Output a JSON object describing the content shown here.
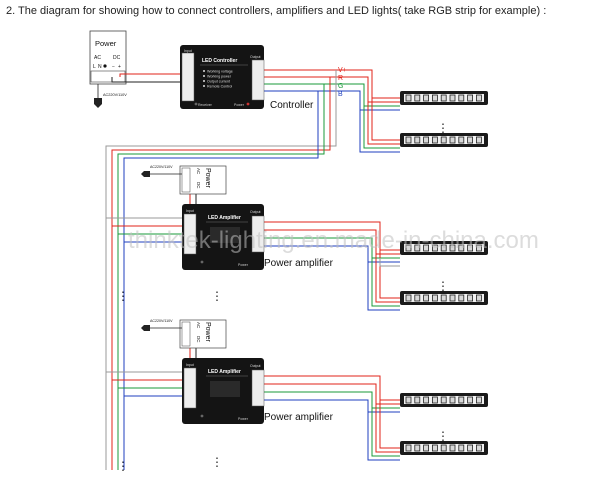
{
  "heading": "2. The diagram for showing how to connect controllers, amplifiers and LED lights( take RGB strip for example) :",
  "watermark": "thinktek-lighting.en.made-in-china.com",
  "top_power": {
    "label": "Power",
    "ac": "AC",
    "dc": "DC",
    "pins": [
      "L",
      "N",
      "⏚",
      "−",
      "+"
    ],
    "voltage": "AC220V/110V"
  },
  "controller": {
    "title": "LED Controller",
    "input_label": "Input",
    "output_label": "Output",
    "features": [
      "Working voltage",
      "Working power",
      "Output current",
      "Remote Control"
    ],
    "footer_left": "Receiver",
    "footer_right": "Power",
    "caption": "Controller"
  },
  "wire_labels": {
    "vplus": "V+",
    "r": "R",
    "g": "G",
    "b": "B"
  },
  "amp_power": {
    "label": "Power",
    "ac": "AC",
    "dc": "DC",
    "voltage": "AC220V/110V"
  },
  "amplifier": {
    "title": "LED Amplifier",
    "input_label": "Input",
    "output_label": "Output",
    "footer_right": "Power",
    "caption": "Power amplifier"
  },
  "continuation_dots": "⋮",
  "colors": {
    "vplus": "#e2231a",
    "r": "#e2231a",
    "g": "#1a9a3a",
    "b": "#1f3fbf",
    "body": "#141414",
    "gray": "#777777"
  }
}
